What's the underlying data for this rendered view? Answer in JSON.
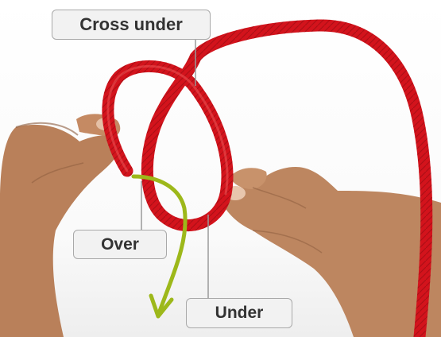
{
  "labels": {
    "cross_under": "Cross under",
    "over": "Over",
    "under": "Under"
  },
  "colors": {
    "rope": "#d3131c",
    "arrow": "#9db81a",
    "skin": "#b9805a",
    "label_bg": "#f2f2f2",
    "label_border": "#a9a9a9",
    "leader_line": "#9a9a9a"
  }
}
